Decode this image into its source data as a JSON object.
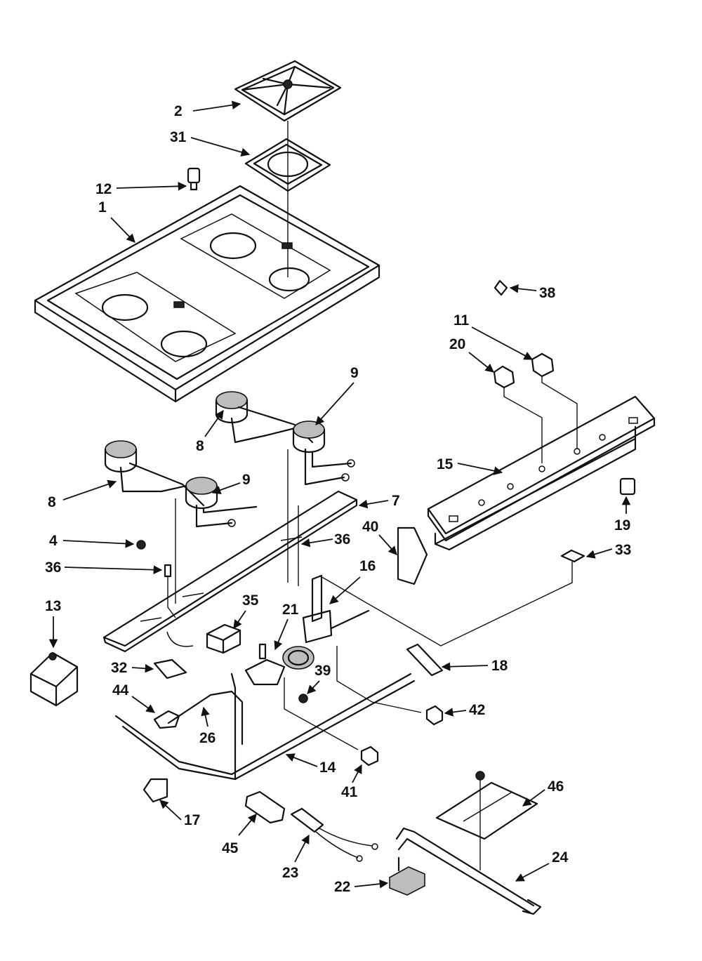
{
  "diagram": {
    "callouts": [
      {
        "id": "c2",
        "label": "2"
      },
      {
        "id": "c31",
        "label": "31"
      },
      {
        "id": "c12",
        "label": "12"
      },
      {
        "id": "c1",
        "label": "1"
      },
      {
        "id": "c38",
        "label": "38"
      },
      {
        "id": "c11",
        "label": "11"
      },
      {
        "id": "c20",
        "label": "20"
      },
      {
        "id": "c9a",
        "label": "9"
      },
      {
        "id": "c8a",
        "label": "8"
      },
      {
        "id": "c15",
        "label": "15"
      },
      {
        "id": "c8b",
        "label": "8"
      },
      {
        "id": "c9b",
        "label": "9"
      },
      {
        "id": "c7",
        "label": "7"
      },
      {
        "id": "c4",
        "label": "4"
      },
      {
        "id": "c40",
        "label": "40"
      },
      {
        "id": "c19",
        "label": "19"
      },
      {
        "id": "c33",
        "label": "33"
      },
      {
        "id": "c36a",
        "label": "36"
      },
      {
        "id": "c36b",
        "label": "36"
      },
      {
        "id": "c16",
        "label": "16"
      },
      {
        "id": "c13",
        "label": "13"
      },
      {
        "id": "c35",
        "label": "35"
      },
      {
        "id": "c21",
        "label": "21"
      },
      {
        "id": "c32",
        "label": "32"
      },
      {
        "id": "c39",
        "label": "39"
      },
      {
        "id": "c18",
        "label": "18"
      },
      {
        "id": "c44",
        "label": "44"
      },
      {
        "id": "c42",
        "label": "42"
      },
      {
        "id": "c26",
        "label": "26"
      },
      {
        "id": "c14",
        "label": "14"
      },
      {
        "id": "c41",
        "label": "41"
      },
      {
        "id": "c46",
        "label": "46"
      },
      {
        "id": "c17",
        "label": "17"
      },
      {
        "id": "c45",
        "label": "45"
      },
      {
        "id": "c24",
        "label": "24"
      },
      {
        "id": "c23",
        "label": "23"
      },
      {
        "id": "c22",
        "label": "22"
      }
    ]
  }
}
